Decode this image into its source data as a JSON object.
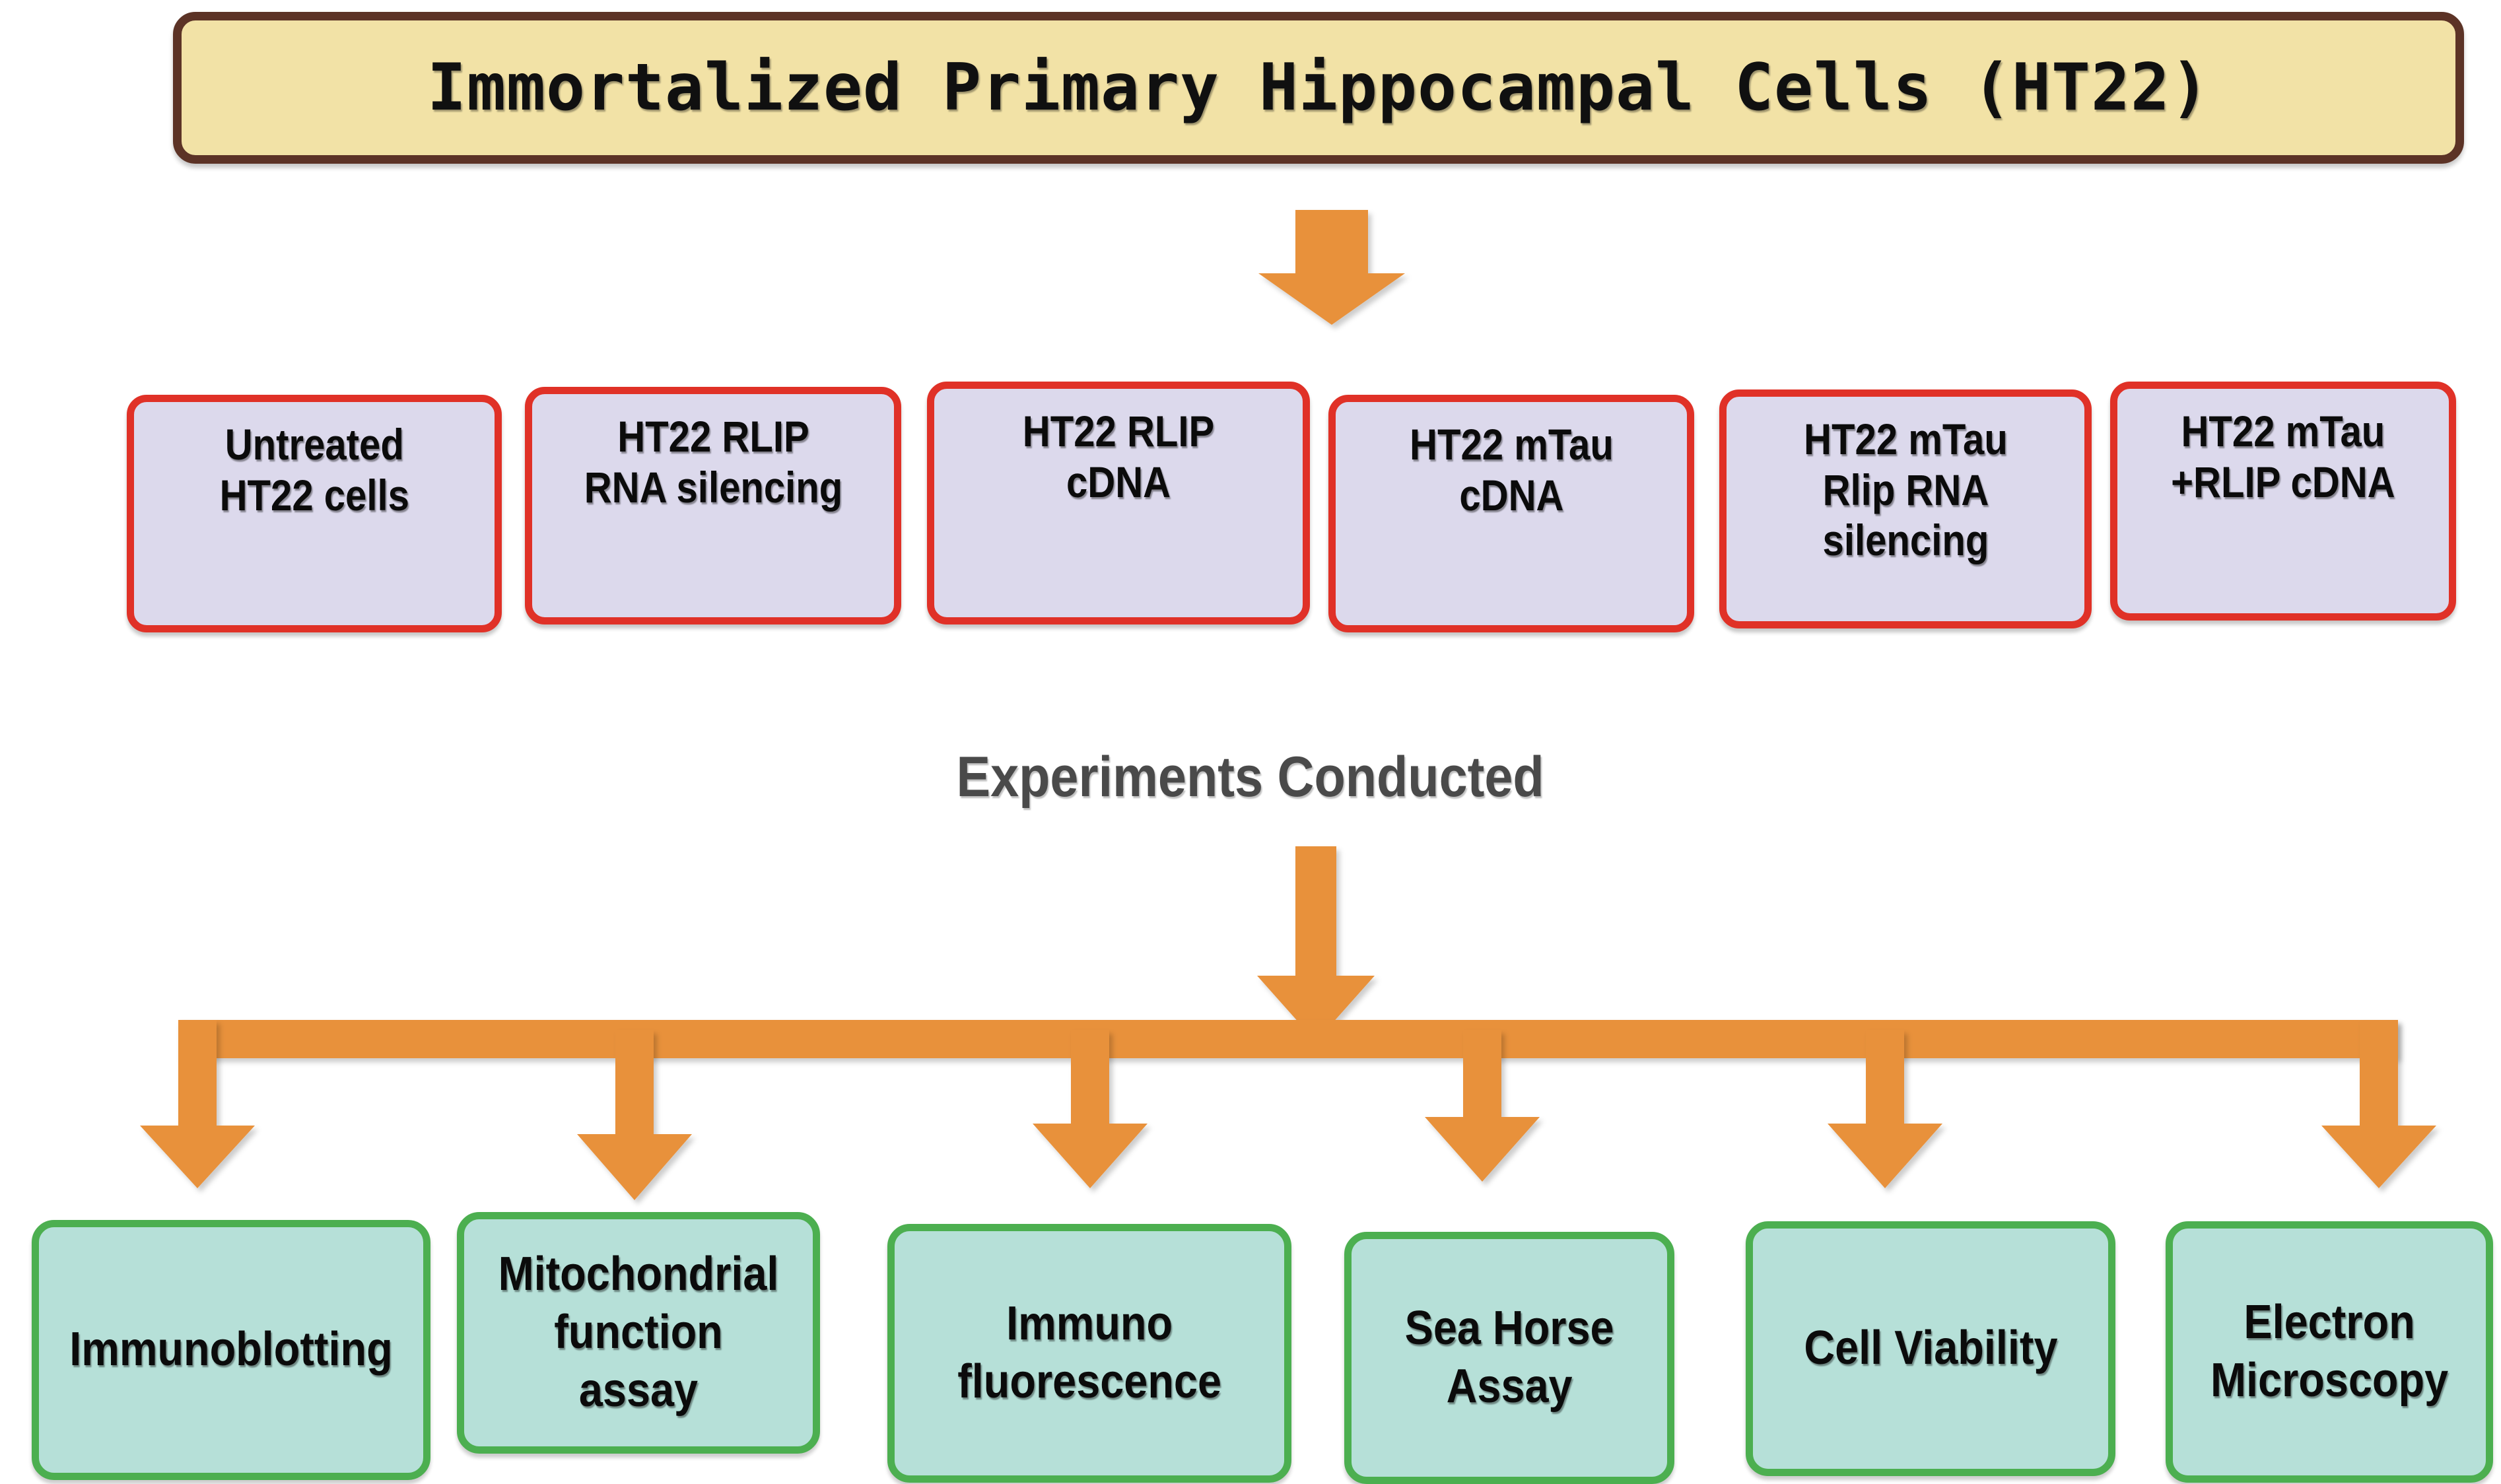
{
  "diagram": {
    "title": "Immortalized Primary Hippocampal Cells (HT22)",
    "middle_label": "Experiments Conducted",
    "colors": {
      "title_fill": "#f2e2a6",
      "title_border": "#5c3326",
      "condition_fill": "#dcd9ec",
      "condition_border": "#e03127",
      "experiment_fill": "#b6e0d8",
      "experiment_border": "#4caf50",
      "arrow": "#e8913a",
      "middle_label_text": "#4a4a4a",
      "background": "#ffffff"
    }
  },
  "conditions": [
    {
      "label": "Untreated\nHT22 cells"
    },
    {
      "label": "HT22 RLIP\nRNA silencing"
    },
    {
      "label": "HT22 RLIP\ncDNA"
    },
    {
      "label": "HT22 mTau\ncDNA"
    },
    {
      "label": "HT22 mTau\nRlip RNA\nsilencing"
    },
    {
      "label": "HT22 mTau\n+RLIP cDNA"
    }
  ],
  "experiments": [
    {
      "label": "Immunoblotting"
    },
    {
      "label": "Mitochondrial\nfunction\nassay"
    },
    {
      "label": "Immuno\nfluorescence"
    },
    {
      "label": "Sea Horse\nAssay"
    },
    {
      "label": "Cell Viability"
    },
    {
      "label": "Electron\nMicroscopy"
    }
  ]
}
